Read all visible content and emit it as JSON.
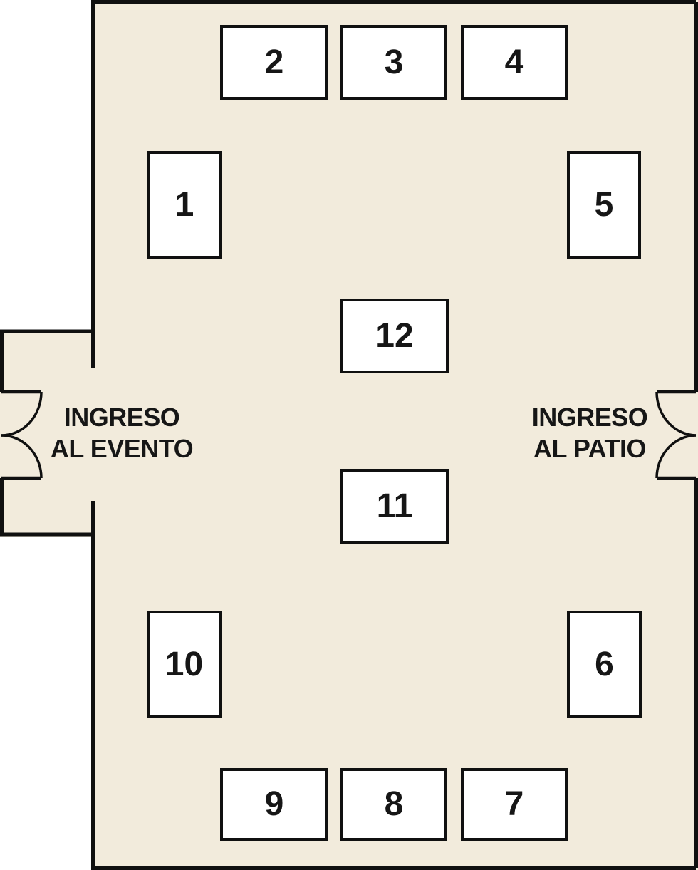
{
  "plan": {
    "booths": [
      {
        "label": "1"
      },
      {
        "label": "2"
      },
      {
        "label": "3"
      },
      {
        "label": "4"
      },
      {
        "label": "5"
      },
      {
        "label": "6"
      },
      {
        "label": "7"
      },
      {
        "label": "8"
      },
      {
        "label": "9"
      },
      {
        "label": "10"
      },
      {
        "label": "11"
      },
      {
        "label": "12"
      }
    ],
    "entrance_left": {
      "line1": "INGRESO",
      "line2": "AL EVENTO"
    },
    "entrance_right": {
      "line1": "INGRESO",
      "line2": "AL PATIO"
    }
  },
  "colors": {
    "floor": "#F2EBDC",
    "wall": "#101010",
    "booth-fill": "#FFFFFF",
    "text": "#161616"
  }
}
